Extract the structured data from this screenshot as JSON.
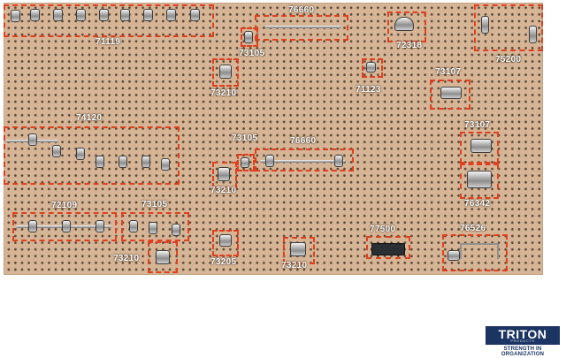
{
  "labels": [
    "71119",
    "76660",
    "72318",
    "75200",
    "73105",
    "73210",
    "71123",
    "73107",
    "74120",
    "73105",
    "76660",
    "73107",
    "73210",
    "76342",
    "72109",
    "73105",
    "77500",
    "76526",
    "73210",
    "73205",
    "73210"
  ],
  "logo": {
    "name": "TRITON",
    "sub": "PRODUCTS",
    "tagline": "STRENGTH IN ORGANIZATION"
  },
  "colors": {
    "board": "#d6b596",
    "zone": "#e0401f",
    "logo": "#1b3461"
  }
}
